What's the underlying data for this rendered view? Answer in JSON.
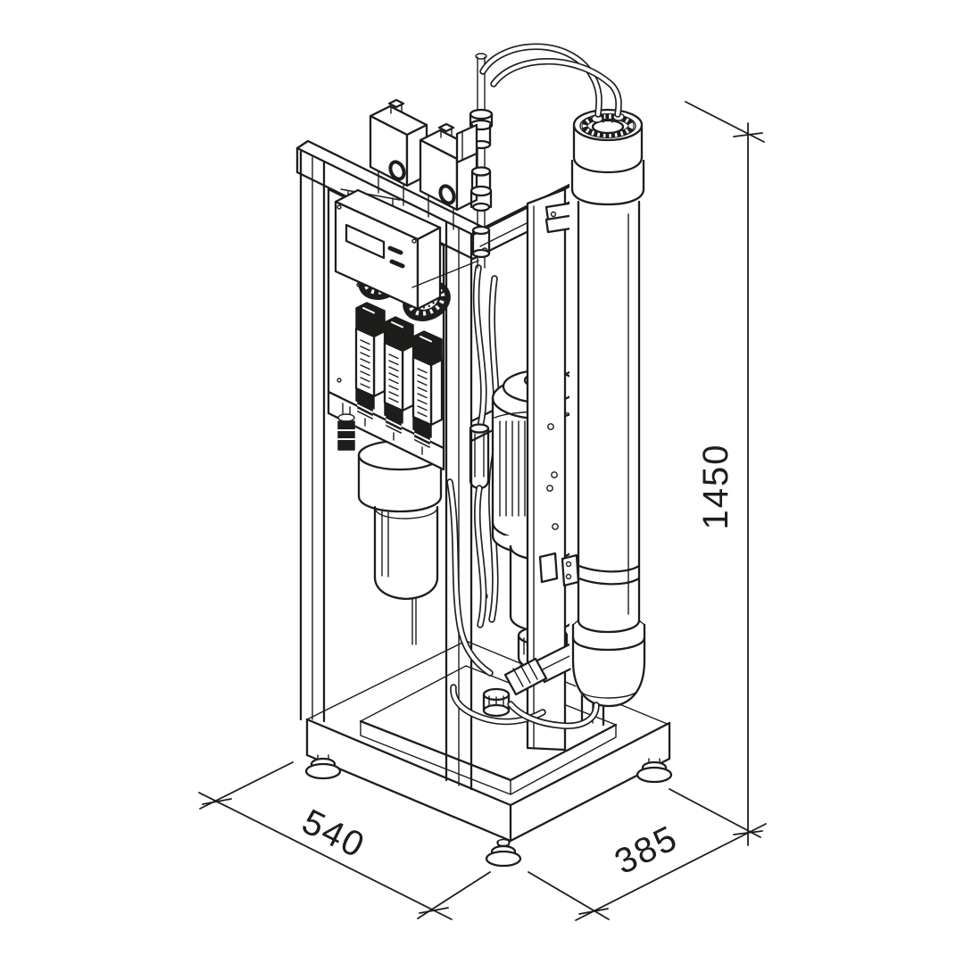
{
  "drawing": {
    "background": "#ffffff",
    "line_color": "#1d1d1b",
    "dimensions": {
      "height": "1450",
      "width": "540",
      "depth": "385"
    }
  }
}
